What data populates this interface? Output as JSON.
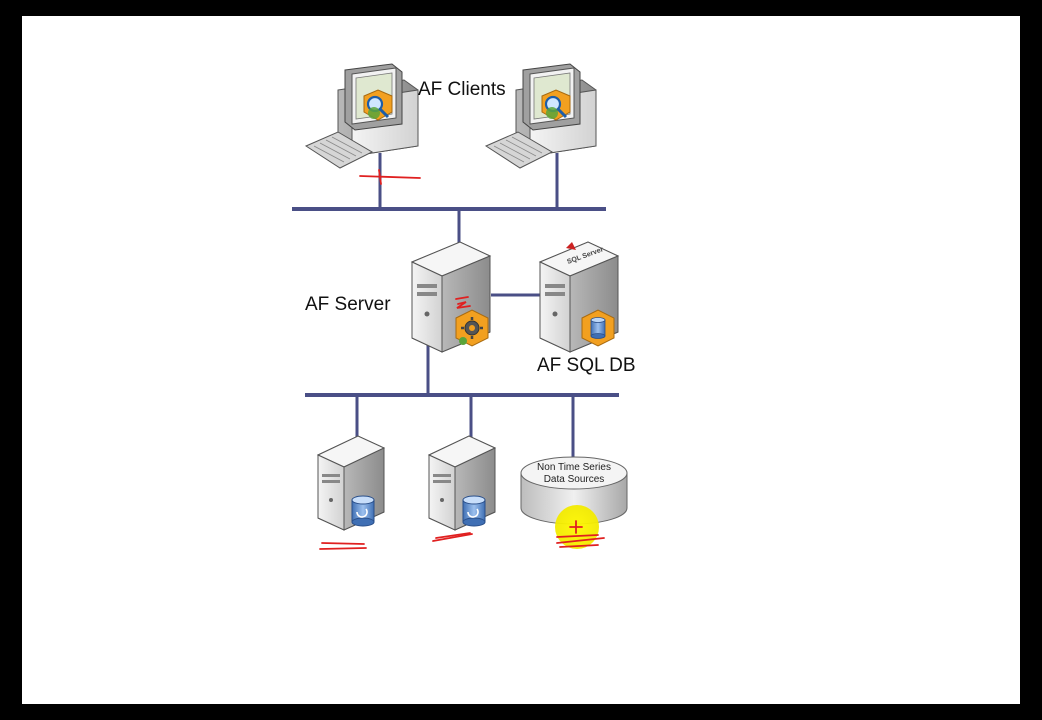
{
  "labels": {
    "clients": "AF Clients",
    "server": "AF Server",
    "sqldb": "AF SQL DB"
  },
  "datasource": {
    "line1": "Non Time Series",
    "line2": "Data Sources"
  },
  "sql_logo_text": "SQL Server",
  "colors": {
    "bus": "#4a4f86",
    "annotation": "#e02020",
    "highlight": "#f7f200",
    "case_light": "#eeeeee",
    "case_dark": "#9a9a9a",
    "badge_orange": "#f2a020",
    "db_blue": "#5a8ccf"
  }
}
